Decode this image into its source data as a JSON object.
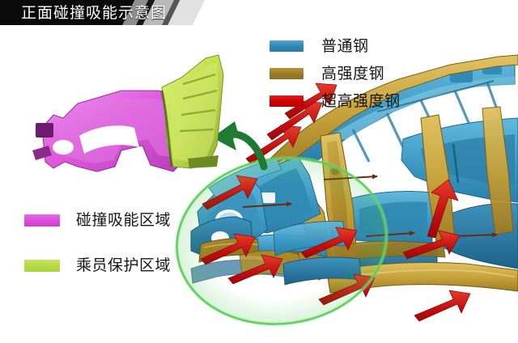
{
  "banner": {
    "title": "正面碰撞吸能示意图"
  },
  "material_legend": {
    "items": [
      {
        "label": "普通钢",
        "color": "#2f87b4",
        "swatch_class": "sw-blue"
      },
      {
        "label": "高强度钢",
        "color": "#9a7a28",
        "swatch_class": "sw-gold"
      },
      {
        "label": "超高强度钢",
        "color": "#c80000",
        "swatch_class": "sw-red"
      }
    ]
  },
  "zone_legend": {
    "items": [
      {
        "label": "碰撞吸能区域",
        "color": "#d94ad9",
        "swatch_class": "sw-magenta"
      },
      {
        "label": "乘员保护区域",
        "color": "#b5d847",
        "swatch_class": "sw-lime"
      }
    ]
  },
  "diagram": {
    "inset_title": "front-structure-cutaway",
    "inset_zones": {
      "crumple_color": "#d94ad9",
      "protection_color": "#b5d847"
    },
    "callout_arrow_color": "#1f7a32",
    "highlight_ellipse_color": "#49c44b",
    "force_arrow_color": "#d31717",
    "body_colors": {
      "ordinary_steel": "#3d9ac4",
      "high_strength_steel": "#c6a23a",
      "ultra_high_strength_steel": "#c10f0f"
    }
  }
}
